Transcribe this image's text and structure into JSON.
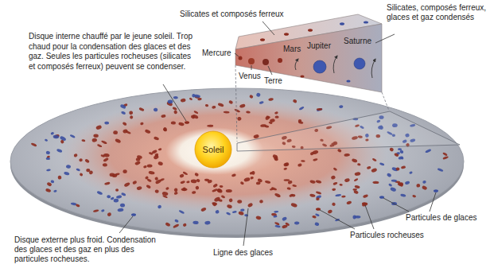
{
  "diagram": {
    "nodes": [
      {
        "text": [
          "Soleil"
        ]
      }
    ],
    "labels": [
      "Silicates et composés ferreux",
      "Silicates, composés ferreux, glaces et gaz condensés",
      "Disque interne chauffé par le jeune soleil. Trop chaud pour la condensation des glaces et des gaz. Seules les particules rocheuses (silicates et composés ferreux) peuvent se condenser.",
      "Mercure",
      "Venus",
      "Terre",
      "Mars",
      "Jupiter",
      "Saturne",
      "Particules de glaces",
      "Particules rocheuses",
      "Ligne des glaces",
      "Disque externe plus froid. Condensation des glaces et des gaz en plus des particules rocheuses."
    ]
  }
}
